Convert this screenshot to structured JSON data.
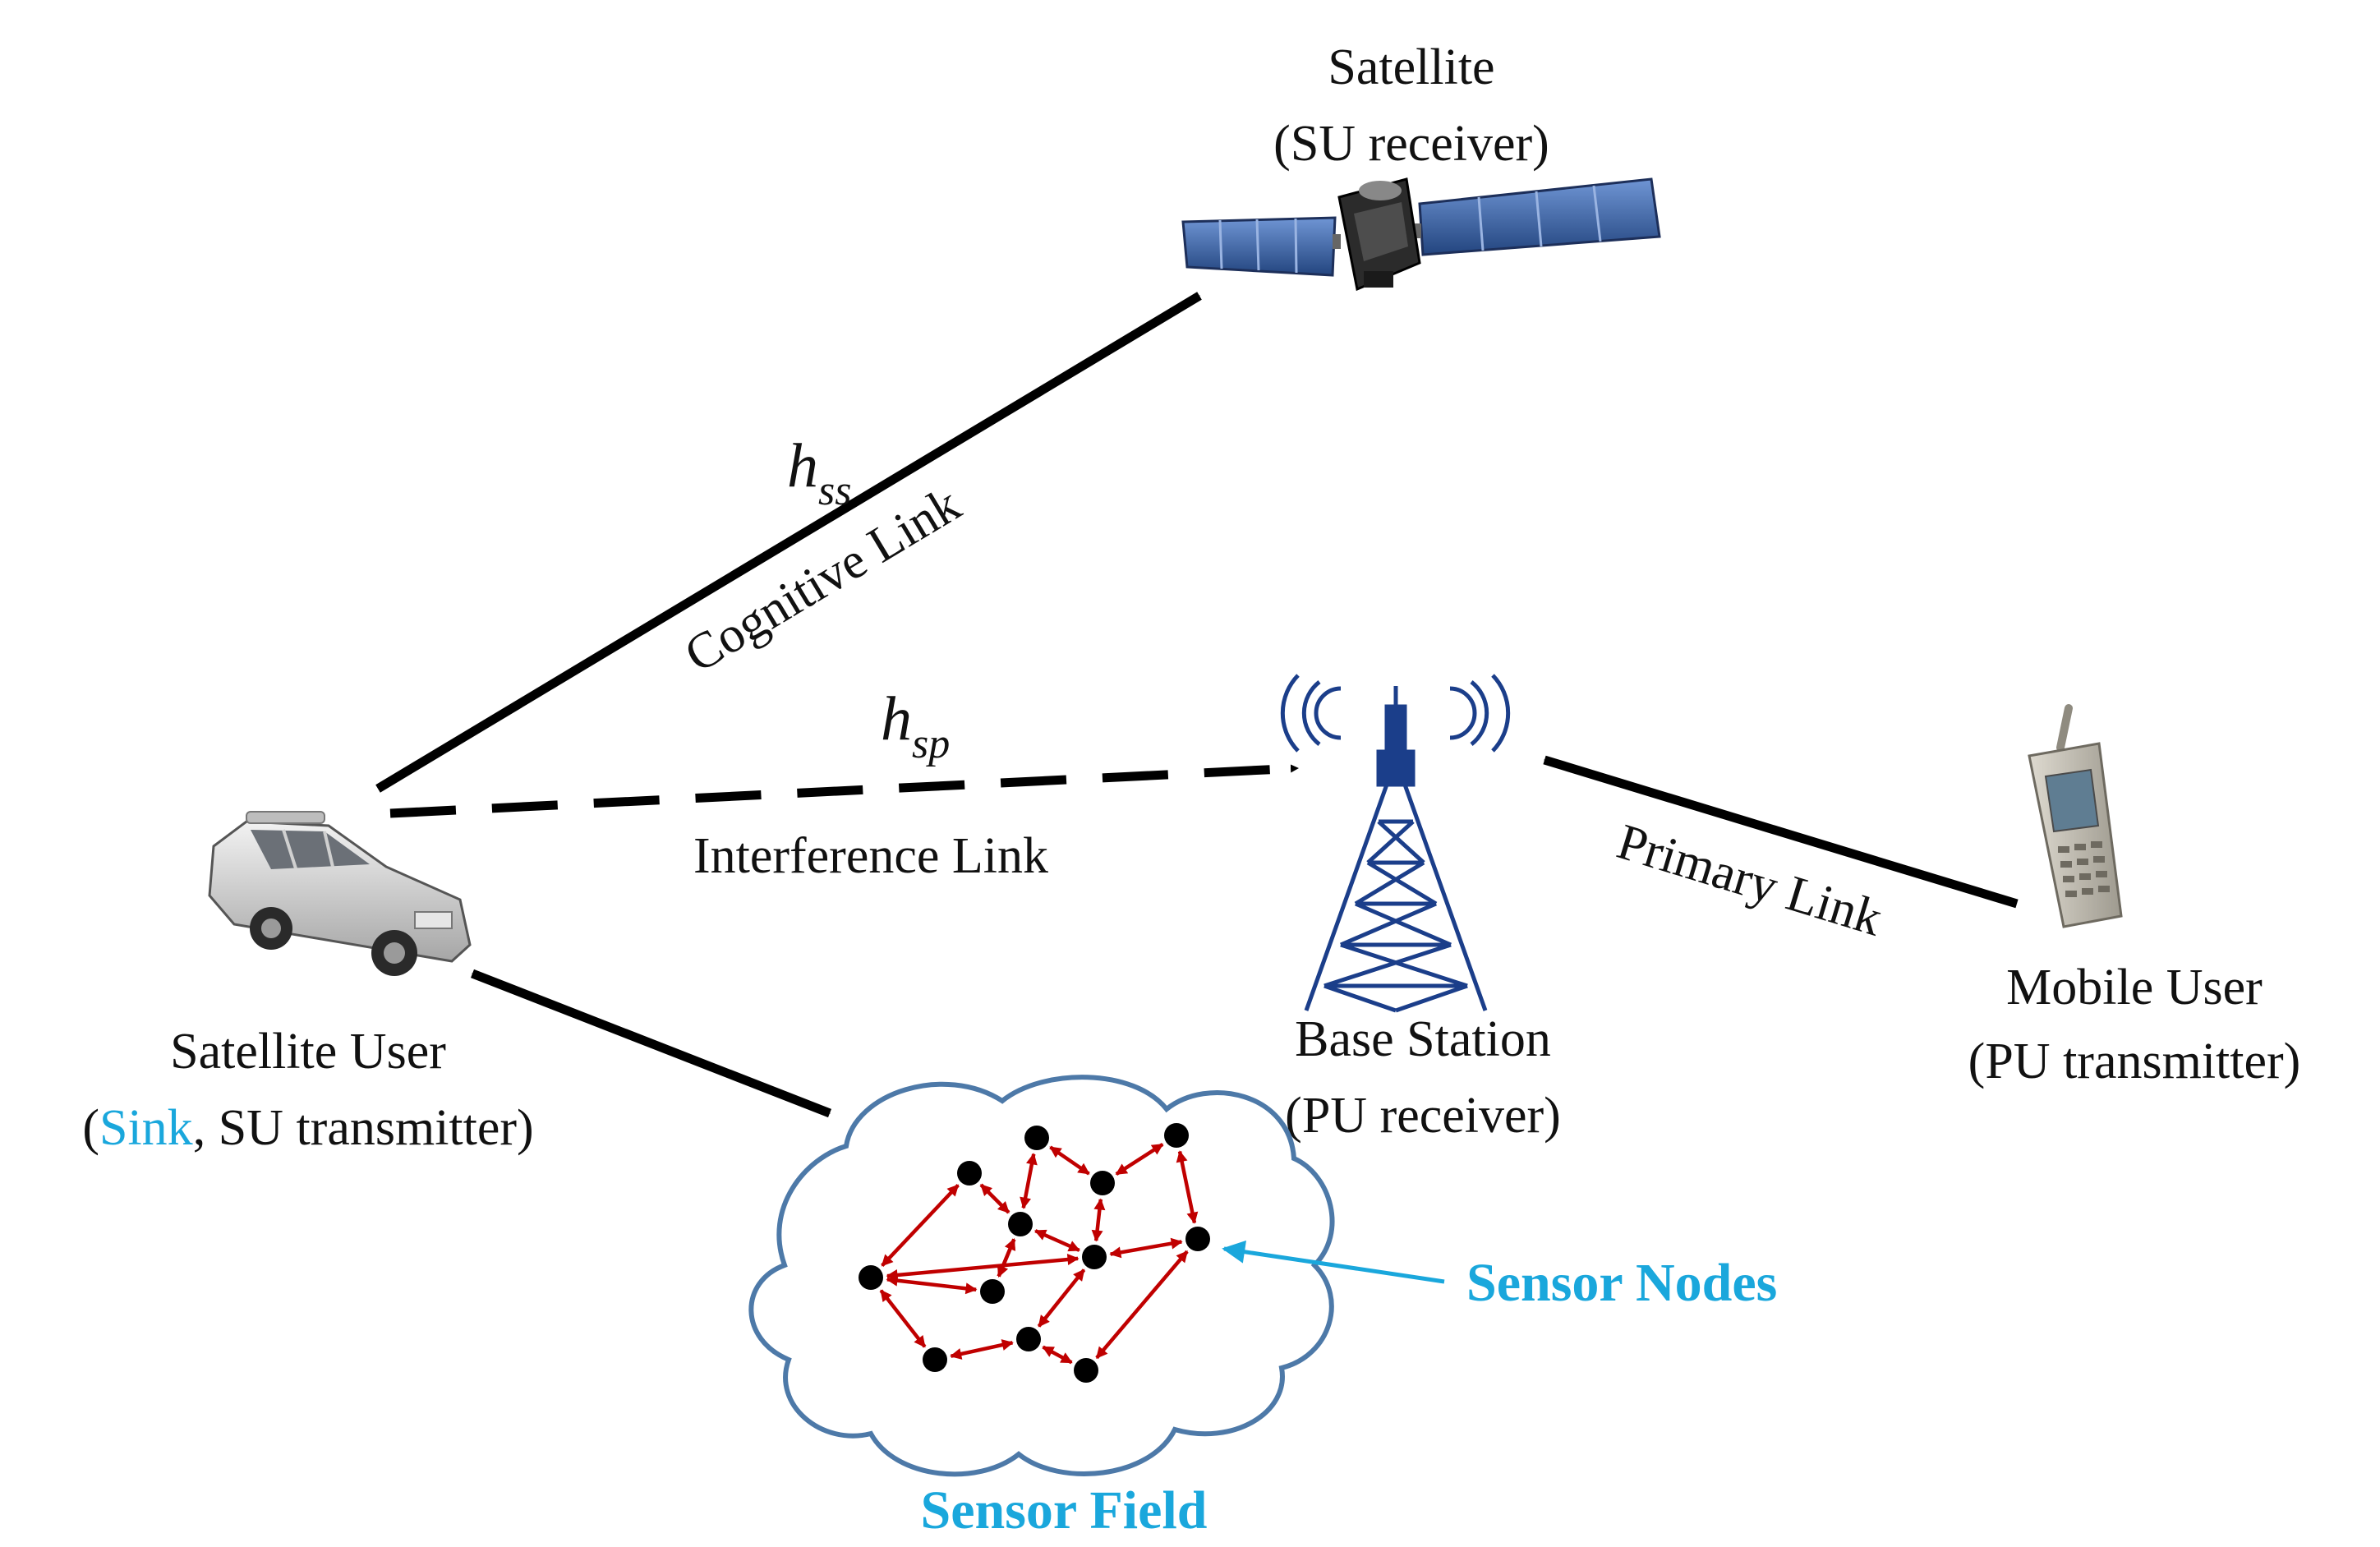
{
  "colors": {
    "accent": "#1aa7dc",
    "link": "#000000",
    "sensor_link": "#c00000",
    "cloud_stroke": "#4d79a8",
    "tower": "#1b3e8a"
  },
  "satellite": {
    "name": "Satellite",
    "role": "(SU receiver)"
  },
  "satellite_user": {
    "name": "Satellite User",
    "role_open": "(",
    "sink": "Sink",
    "role_rest": ", SU transmitter)"
  },
  "base_station": {
    "name": "Base Station",
    "role": "(PU receiver)"
  },
  "mobile_user": {
    "name": "Mobile User",
    "role": "(PU transmitter)"
  },
  "links": {
    "cognitive": {
      "label": "Cognitive Link",
      "channel": "h",
      "channel_sub": "ss"
    },
    "interference": {
      "label": "Interference Link",
      "channel": "h",
      "channel_sub": "sp"
    },
    "primary": {
      "label": "Primary Link"
    }
  },
  "sensor_nodes_label": "Sensor Nodes",
  "sensor_field_label": "Sensor Field",
  "icons": [
    "satellite-icon",
    "car-icon",
    "tower-icon",
    "mobile-phone-icon",
    "cloud-icon"
  ]
}
